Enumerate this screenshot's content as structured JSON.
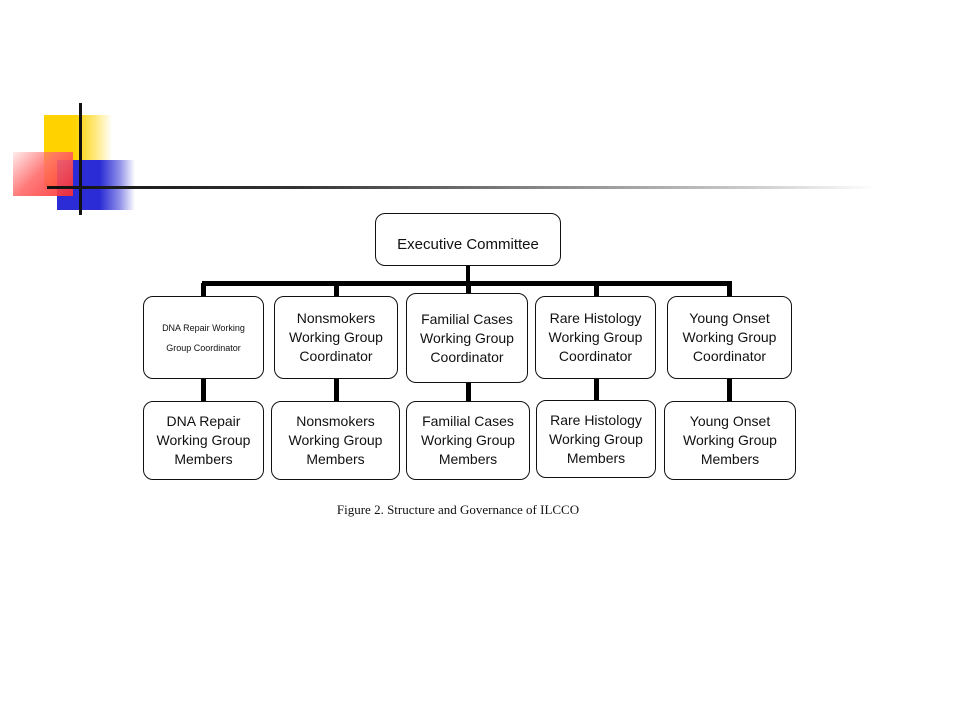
{
  "slide": {
    "caption": "Figure 2. Structure and Governance of  ILCCO"
  },
  "org_chart": {
    "root": "Executive Committee",
    "coordinators": [
      "DNA Repair Working\nGroup Coordinator",
      "Nonsmokers\nWorking Group\nCoordinator",
      "Familial Cases\nWorking Group\nCoordinator",
      "Rare Histology\nWorking Group\nCoordinator",
      "Young Onset\nWorking Group\nCoordinator"
    ],
    "members": [
      "DNA Repair\nWorking Group\nMembers",
      "Nonsmokers\nWorking Group\nMembers",
      "Familial Cases\nWorking Group\nMembers",
      "Rare Histology\nWorking Group\nMembers",
      "Young Onset\nWorking Group\nMembers"
    ]
  }
}
